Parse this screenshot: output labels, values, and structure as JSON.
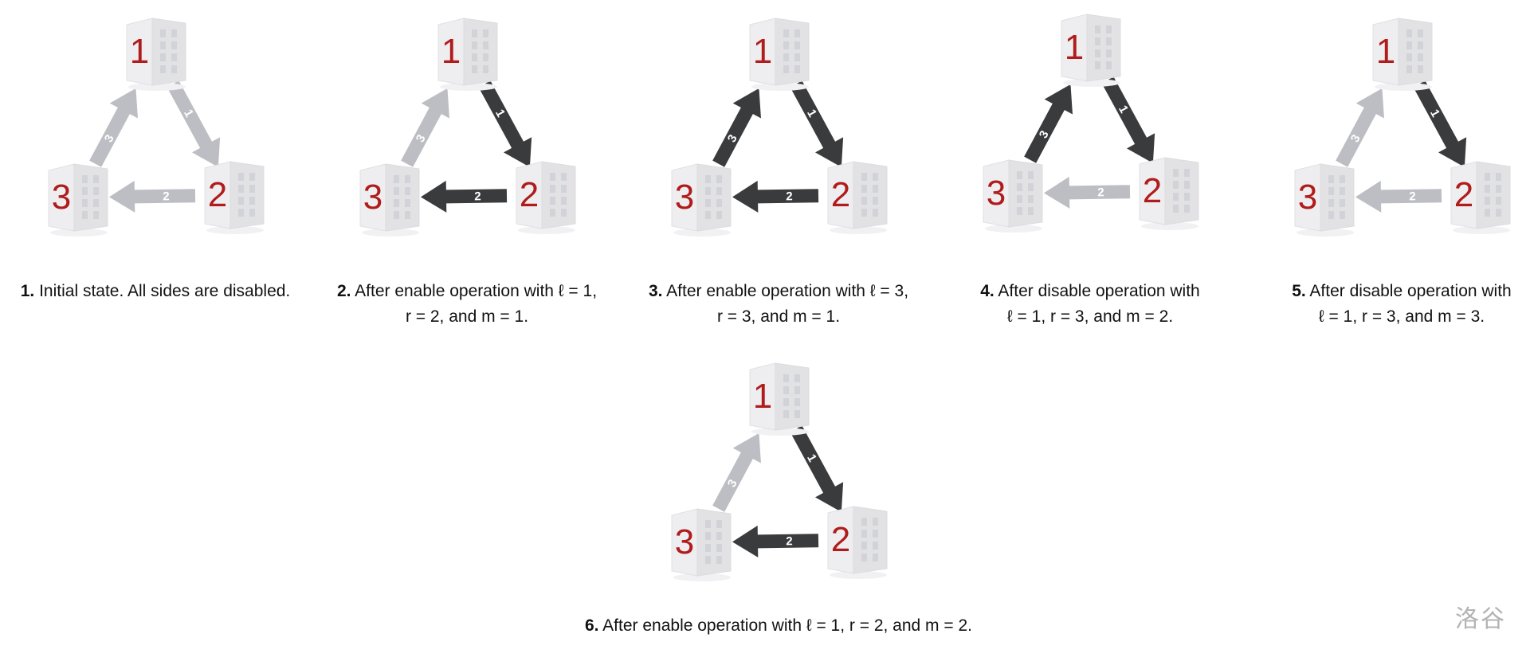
{
  "colors": {
    "enabled": "#3a3b3d",
    "disabled": "#bcbec3",
    "building_face": "#eeeef0",
    "building_side": "#e2e2e5",
    "window": "#d2d3d8",
    "building_number": "#b01c1c"
  },
  "panels": [
    {
      "caption_num": "1.",
      "caption_line1": " Initial state. All sides are disabled.",
      "caption_line2": "",
      "nodes": [
        {
          "id": "1",
          "label": "1"
        },
        {
          "id": "2",
          "label": "2"
        },
        {
          "id": "3",
          "label": "3"
        }
      ],
      "edges": [
        {
          "id": "1",
          "label": "1",
          "from": "1",
          "to": "2",
          "enabled": false
        },
        {
          "id": "2",
          "label": "2",
          "from": "2",
          "to": "3",
          "enabled": false
        },
        {
          "id": "3",
          "label": "3",
          "from": "3",
          "to": "1",
          "enabled": false
        }
      ]
    },
    {
      "caption_num": "2.",
      "caption_line1": " After enable operation with ℓ = 1,",
      "caption_line2": "r = 2, and m = 1.",
      "nodes": [
        {
          "id": "1",
          "label": "1"
        },
        {
          "id": "2",
          "label": "2"
        },
        {
          "id": "3",
          "label": "3"
        }
      ],
      "edges": [
        {
          "id": "1",
          "label": "1",
          "from": "1",
          "to": "2",
          "enabled": true
        },
        {
          "id": "2",
          "label": "2",
          "from": "2",
          "to": "3",
          "enabled": true
        },
        {
          "id": "3",
          "label": "3",
          "from": "3",
          "to": "1",
          "enabled": false
        }
      ]
    },
    {
      "caption_num": "3.",
      "caption_line1": " After enable operation with ℓ = 3,",
      "caption_line2": "r = 3, and m = 1.",
      "nodes": [
        {
          "id": "1",
          "label": "1"
        },
        {
          "id": "2",
          "label": "2"
        },
        {
          "id": "3",
          "label": "3"
        }
      ],
      "edges": [
        {
          "id": "1",
          "label": "1",
          "from": "1",
          "to": "2",
          "enabled": true
        },
        {
          "id": "2",
          "label": "2",
          "from": "2",
          "to": "3",
          "enabled": true
        },
        {
          "id": "3",
          "label": "3",
          "from": "3",
          "to": "1",
          "enabled": true
        }
      ]
    },
    {
      "caption_num": "4.",
      "caption_line1": " After disable operation with",
      "caption_line2": "ℓ = 1, r = 3, and m = 2.",
      "nodes": [
        {
          "id": "1",
          "label": "1"
        },
        {
          "id": "2",
          "label": "2"
        },
        {
          "id": "3",
          "label": "3"
        }
      ],
      "edges": [
        {
          "id": "1",
          "label": "1",
          "from": "1",
          "to": "2",
          "enabled": true
        },
        {
          "id": "2",
          "label": "2",
          "from": "2",
          "to": "3",
          "enabled": false
        },
        {
          "id": "3",
          "label": "3",
          "from": "3",
          "to": "1",
          "enabled": true
        }
      ]
    },
    {
      "caption_num": "5.",
      "caption_line1": " After disable operation with",
      "caption_line2": "ℓ = 1, r = 3, and m = 3.",
      "nodes": [
        {
          "id": "1",
          "label": "1"
        },
        {
          "id": "2",
          "label": "2"
        },
        {
          "id": "3",
          "label": "3"
        }
      ],
      "edges": [
        {
          "id": "1",
          "label": "1",
          "from": "1",
          "to": "2",
          "enabled": true
        },
        {
          "id": "2",
          "label": "2",
          "from": "2",
          "to": "3",
          "enabled": false
        },
        {
          "id": "3",
          "label": "3",
          "from": "3",
          "to": "1",
          "enabled": false
        }
      ]
    },
    {
      "caption_num": "6.",
      "caption_line1": " After enable operation with ℓ = 1, r = 2, and m = 2.",
      "caption_line2": "",
      "nodes": [
        {
          "id": "1",
          "label": "1"
        },
        {
          "id": "2",
          "label": "2"
        },
        {
          "id": "3",
          "label": "3"
        }
      ],
      "edges": [
        {
          "id": "1",
          "label": "1",
          "from": "1",
          "to": "2",
          "enabled": true
        },
        {
          "id": "2",
          "label": "2",
          "from": "2",
          "to": "3",
          "enabled": true
        },
        {
          "id": "3",
          "label": "3",
          "from": "3",
          "to": "1",
          "enabled": false
        }
      ]
    }
  ],
  "watermark": "洛谷"
}
